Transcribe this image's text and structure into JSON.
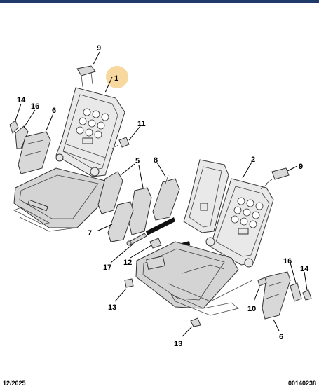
{
  "callouts": [
    {
      "id": "callout-9-top",
      "label": "9"
    },
    {
      "id": "callout-1",
      "label": "1"
    },
    {
      "id": "callout-14-left",
      "label": "14"
    },
    {
      "id": "callout-16-left",
      "label": "16"
    },
    {
      "id": "callout-6-left",
      "label": "6"
    },
    {
      "id": "callout-11",
      "label": "11"
    },
    {
      "id": "callout-5",
      "label": "5"
    },
    {
      "id": "callout-8",
      "label": "8"
    },
    {
      "id": "callout-2",
      "label": "2"
    },
    {
      "id": "callout-9-right",
      "label": "9"
    },
    {
      "id": "callout-7",
      "label": "7"
    },
    {
      "id": "callout-17",
      "label": "17"
    },
    {
      "id": "callout-12",
      "label": "12"
    },
    {
      "id": "callout-16-right",
      "label": "16"
    },
    {
      "id": "callout-14-right",
      "label": "14"
    },
    {
      "id": "callout-13-left",
      "label": "13"
    },
    {
      "id": "callout-10",
      "label": "10"
    },
    {
      "id": "callout-6-right",
      "label": "6"
    },
    {
      "id": "callout-13-bottom",
      "label": "13"
    }
  ],
  "highlight_color": "#f7d9a0",
  "footer": {
    "date": "12/2025",
    "reference": "00140238"
  }
}
